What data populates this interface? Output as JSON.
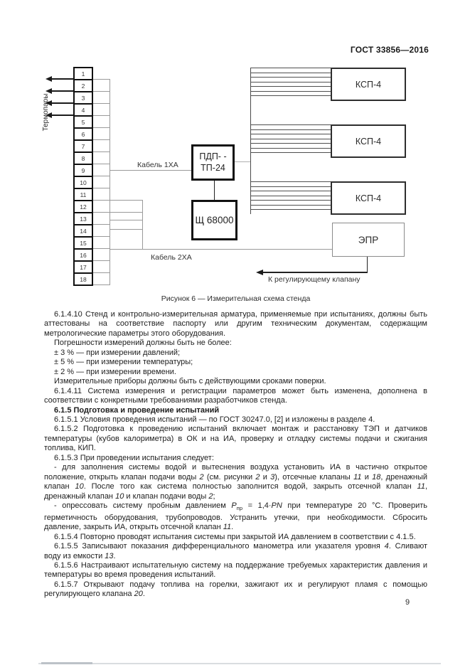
{
  "page": {
    "header": "ГОСТ 33856—2016",
    "page_number": "9"
  },
  "figure": {
    "caption": "Рисунок 6 — Измерительная схема стенда",
    "thermocouple_label": "Термопары",
    "channels": [
      "1",
      "2",
      "3",
      "4",
      "5",
      "6",
      "7",
      "8",
      "9",
      "10",
      "11",
      "12",
      "13",
      "14",
      "15",
      "16",
      "17",
      "18"
    ],
    "cable1_label": "Кабель 1ХА",
    "cable2_label": "Кабель 2ХА",
    "pdp_line1": "ПДП- -",
    "pdp_line2": "ТП-24",
    "shch_label": "Щ 68000",
    "ksp_labels": [
      "КСП-4",
      "КСП-4",
      "КСП-4"
    ],
    "epr_label": "ЭПР",
    "valve_arrow_label": "К регулирующему клапану",
    "colors": {
      "wire_gray": "#9a9a9a",
      "wire_dark": "#4f4f4f",
      "box_border": "#111111",
      "paper": "#ffffff"
    }
  },
  "body": {
    "paragraphs": [
      {
        "runs": [
          {
            "t": "6.1.4.10 Стенд и контрольно-измерительная арматура, применяемые при испытаниях, должны быть аттестованы на соответствие паспорту или другим техническим документам, содержащим метрологические параметры этого оборудования."
          }
        ]
      },
      {
        "runs": [
          {
            "t": "Погрешности измерений должны быть не более:"
          }
        ]
      },
      {
        "runs": [
          {
            "t": "± 3 % — при измерении давлений;"
          }
        ]
      },
      {
        "runs": [
          {
            "t": "± 5 % — при измерении температуры;"
          }
        ]
      },
      {
        "runs": [
          {
            "t": "± 2 % — при измерении времени."
          }
        ]
      },
      {
        "runs": [
          {
            "t": "Измерительные приборы должны быть с действующими сроками поверки."
          }
        ]
      },
      {
        "runs": [
          {
            "t": "6.1.4.11 Система измерения и регистрации параметров может быть изменена, дополнена в соответствии с конкретными требованиями разработчиков стенда."
          }
        ]
      },
      {
        "runs": [
          {
            "t": "6.1.5 Подготовка и проведение испытаний",
            "b": true
          }
        ]
      },
      {
        "runs": [
          {
            "t": "6.1.5.1 Условия проведения испытаний — по ГОСТ 30247.0, [2] и изложены в разделе 4."
          }
        ]
      },
      {
        "runs": [
          {
            "t": "6.1.5.2 Подготовка к проведению испытаний включает монтаж и расстановку ТЭП и датчиков температуры (кубов калориметра) в ОК и на ИА, проверку и отладку системы подачи и сжигания топлива, КИП."
          }
        ]
      },
      {
        "runs": [
          {
            "t": "6.1.5.3 При проведении испытания следует:"
          }
        ]
      },
      {
        "runs": [
          {
            "t": "- для заполнения системы водой и вытеснения воздуха установить ИА в частично открытое положение, открыть клапан подачи воды "
          },
          {
            "t": "2",
            "i": true
          },
          {
            "t": " (см. рисунки "
          },
          {
            "t": "2",
            "i": true
          },
          {
            "t": " и "
          },
          {
            "t": "3",
            "i": true
          },
          {
            "t": "), отсечные клапаны "
          },
          {
            "t": "11",
            "i": true
          },
          {
            "t": " и "
          },
          {
            "t": "18",
            "i": true
          },
          {
            "t": ", дренажный клапан "
          },
          {
            "t": "10",
            "i": true
          },
          {
            "t": ". После того как система полностью заполнится водой, закрыть отсечной клапан "
          },
          {
            "t": "11",
            "i": true
          },
          {
            "t": ", дренажный клапан "
          },
          {
            "t": "10",
            "i": true
          },
          {
            "t": " и клапан подачи воды "
          },
          {
            "t": "2",
            "i": true
          },
          {
            "t": ";"
          }
        ]
      },
      {
        "runs": [
          {
            "t": "- опрессовать систему пробным давлением "
          },
          {
            "t": "P",
            "i": true
          },
          {
            "t": "пр",
            "sub": true
          },
          {
            "t": " = 1,4·"
          },
          {
            "t": "PN",
            "i": true
          },
          {
            "t": " при температуре 20 °С. Проверить герметичность оборудования, трубопроводов. Устранить утечки, при необходимости. Сбросить давление, закрыть ИА, открыть отсечной клапан "
          },
          {
            "t": "11",
            "i": true
          },
          {
            "t": "."
          }
        ]
      },
      {
        "runs": [
          {
            "t": "6.1.5.4 Повторно проводят испытания системы при закрытой ИА давлением в соответствии с 4.1.5."
          }
        ]
      },
      {
        "runs": [
          {
            "t": "6.1.5.5 Записывают показания дифференциального манометра или указателя уровня "
          },
          {
            "t": "4",
            "i": true
          },
          {
            "t": ". Сливают воду из емкости "
          },
          {
            "t": "13",
            "i": true
          },
          {
            "t": "."
          }
        ]
      },
      {
        "runs": [
          {
            "t": "6.1.5.6 Настраивают испытательную систему на поддержание требуемых характеристик давления и температуры во время проведения испытаний."
          }
        ]
      },
      {
        "runs": [
          {
            "t": "6.1.5.7 Открывают подачу топлива на горелки, зажигают их и регулируют пламя с помощью регулирующего клапана "
          },
          {
            "t": "20",
            "i": true
          },
          {
            "t": "."
          }
        ]
      }
    ]
  }
}
